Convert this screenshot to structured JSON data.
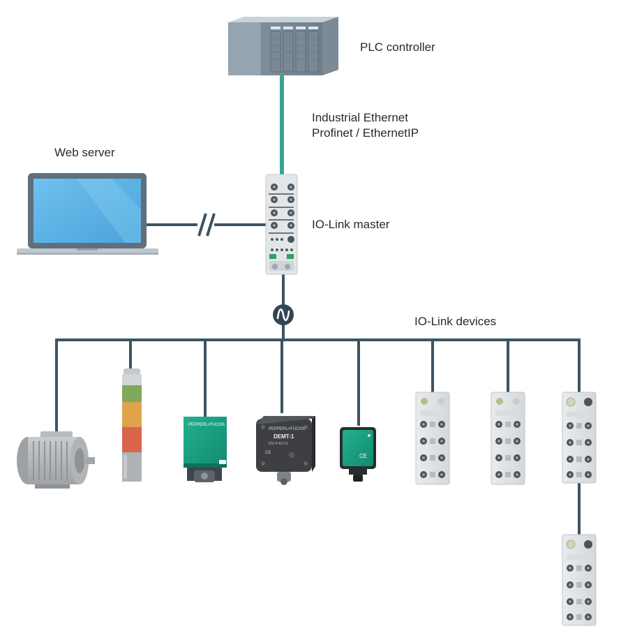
{
  "labels": {
    "plc": "PLC controller",
    "ethernet_line1": "Industrial Ethernet",
    "ethernet_line2": "Profinet / EthernetIP",
    "web_server": "Web server",
    "master": "IO-Link master",
    "devices": "IO-Link devices"
  },
  "device_markings": {
    "sensor_square_brand": "PEPPERL+FUCHS",
    "encoder_brand": "PEPPERL+FUCHS",
    "encoder_model": "DEMT-1",
    "encoder_sub": "IO1-P-IO-V1",
    "ce_mark": "CE"
  },
  "colors": {
    "ethernet_cable": "#3aa596",
    "io_link_line": "#3d5462",
    "sensor_green": "#1a9e82",
    "laptop_screen": "#5fb3e4",
    "plc_body": "#8a9aa6",
    "stack_light_green": "#7fa95c",
    "stack_light_yellow": "#e0a24a",
    "stack_light_red": "#d9644c"
  }
}
